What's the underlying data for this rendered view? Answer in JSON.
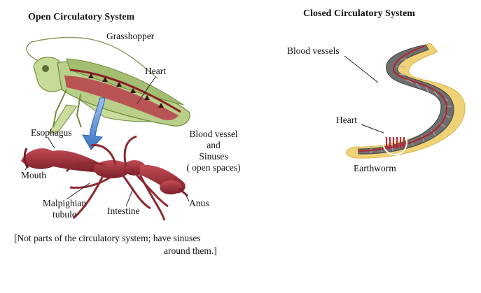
{
  "open_system": {
    "title": "Open Circulatory System",
    "organism": "Grasshopper",
    "labels": {
      "heart": "Heart",
      "esophagus": "Esophagus",
      "mouth": "Mouth",
      "malpighian": "Malpighian",
      "tubule": "tubule",
      "intestine": "Intestine",
      "anus": "Anus",
      "blood_vessel_line1": "Blood vessel",
      "blood_vessel_line2": "and",
      "blood_vessel_line3": "Sinuses",
      "blood_vessel_line4": "( open spaces)"
    },
    "note_line1": "[Not parts of the circulatory system; have sinuses",
    "note_line2": "around them.]"
  },
  "closed_system": {
    "title": "Closed Circulatory System",
    "organism": "Earthworm",
    "labels": {
      "blood_vessels": "Blood vessels",
      "heart": "Heart"
    }
  },
  "colors": {
    "gut": "#a5343d",
    "gut_dark": "#7a1f28",
    "grasshopper_body": "#b7cf88",
    "arrow": "#5b8fd6",
    "worm_outer": "#f0d276",
    "worm_body": "#6f6f6f",
    "vessel_red": "#b0242c"
  }
}
